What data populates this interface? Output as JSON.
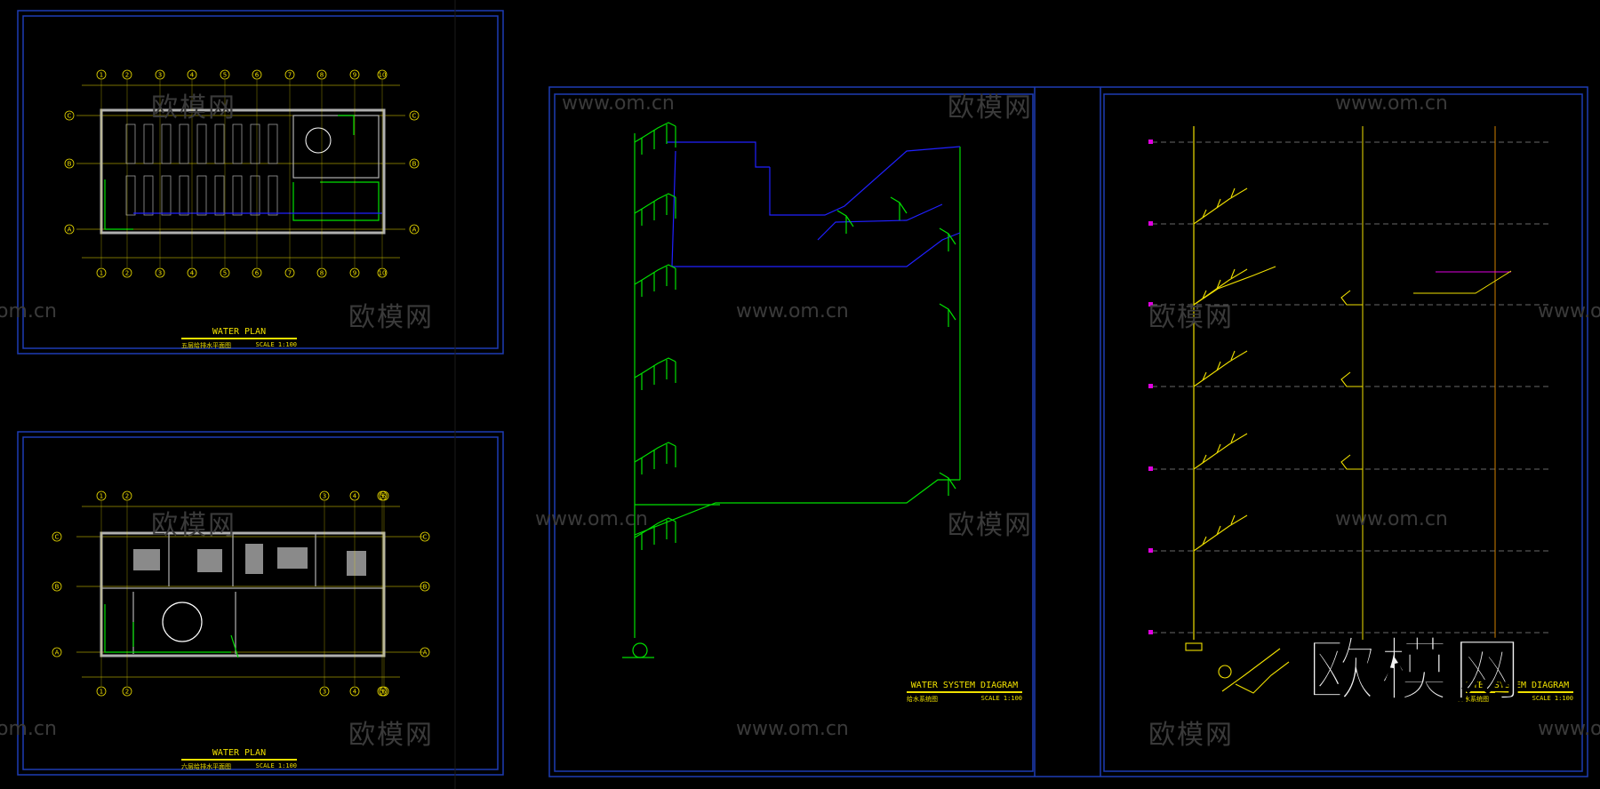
{
  "watermark": {
    "url": "www.om.cn",
    "cn": "欧模网",
    "partial_url": "om.cn",
    "logo": "欧模网"
  },
  "plans": [
    {
      "title": "WATER PLAN",
      "subtitle": "五层给排水平面图",
      "scale": "SCALE 1:100"
    },
    {
      "title": "WATER PLAN",
      "subtitle": "六层给排水平面图",
      "scale": "SCALE 1:100"
    }
  ],
  "diagrams": [
    {
      "title": "WATER SYSTEM DIAGRAM",
      "subtitle": "给水系统图",
      "scale": "SCALE 1:100"
    },
    {
      "title": "WATER SYSTEM DIAGRAM",
      "subtitle": "排水系统图",
      "scale": "SCALE 1:100"
    }
  ],
  "grid_labels": {
    "plan1_cols": [
      "1",
      "2",
      "3",
      "4",
      "5",
      "6",
      "7",
      "8",
      "9",
      "10"
    ],
    "plan1_rows": [
      "C",
      "B",
      "A"
    ],
    "plan2_cols": [
      "1",
      "2",
      "3",
      "4",
      "5",
      "6"
    ],
    "plan2_rows": [
      "C",
      "B",
      "A"
    ]
  },
  "colors": {
    "background": "#000000",
    "frame_blue": "#1e3cb4",
    "cad_yellow": "#f0e000",
    "cad_green": "#00e000",
    "cad_blue": "#2020ff",
    "cad_magenta": "#e000e0",
    "wall_gray": "#b0b0b0"
  }
}
